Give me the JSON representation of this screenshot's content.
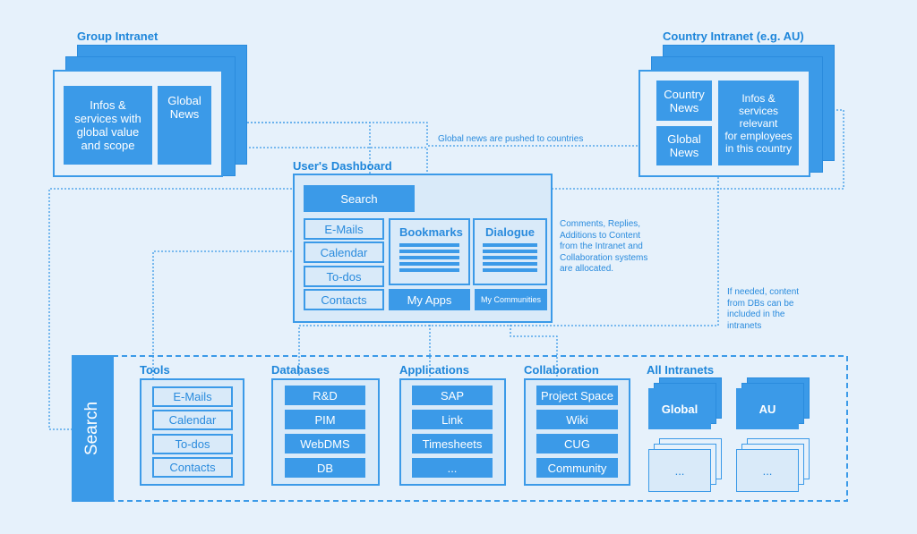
{
  "group_intranet": {
    "title": "Group Intranet",
    "infos_lines": [
      "Infos &",
      "services with",
      "global value",
      "and scope"
    ],
    "global_news_lines": [
      "Global",
      "News"
    ]
  },
  "country_intranet": {
    "title": "Country Intranet (e.g. AU)",
    "country_news_lines": [
      "Country",
      "News"
    ],
    "global_news_lines": [
      "Global",
      "News"
    ],
    "infos_lines": [
      "Infos &",
      "services",
      "relevant",
      "for employees",
      "in this country"
    ]
  },
  "push_note": "Global news are pushed to countries",
  "dashboard": {
    "title": "User's Dashboard",
    "search": "Search",
    "items": [
      "E-Mails",
      "Calendar",
      "To-dos",
      "Contacts"
    ],
    "bookmarks": "Bookmarks",
    "dialogue": "Dialogue",
    "my_apps": "My Apps",
    "my_communities": "My Communities"
  },
  "comments_note": [
    "Comments, Replies,",
    "Additions to Content",
    "from the Intranet and",
    "Collaboration systems",
    "are allocated."
  ],
  "db_note": [
    "If needed, content",
    "from DBs can be",
    "included in the",
    "intranets"
  ],
  "search_bar": "Search",
  "columns": {
    "tools": {
      "title": "Tools",
      "items": [
        "E-Mails",
        "Calendar",
        "To-dos",
        "Contacts"
      ]
    },
    "databases": {
      "title": "Databases",
      "items": [
        "R&D",
        "PIM",
        "WebDMS",
        "DB"
      ]
    },
    "applications": {
      "title": "Applications",
      "items": [
        "SAP",
        "Link",
        "Timesheets",
        "..."
      ]
    },
    "collaboration": {
      "title": "Collaboration",
      "items": [
        "Project Space",
        "Wiki",
        "CUG",
        "Community"
      ]
    },
    "all_intranets": {
      "title": "All Intranets",
      "global": "Global",
      "au": "AU",
      "more1": "...",
      "more2": "..."
    }
  },
  "colors": {
    "primary": "#3B9AE8",
    "background": "#E6F1FB",
    "panel": "#D9EAF9"
  }
}
